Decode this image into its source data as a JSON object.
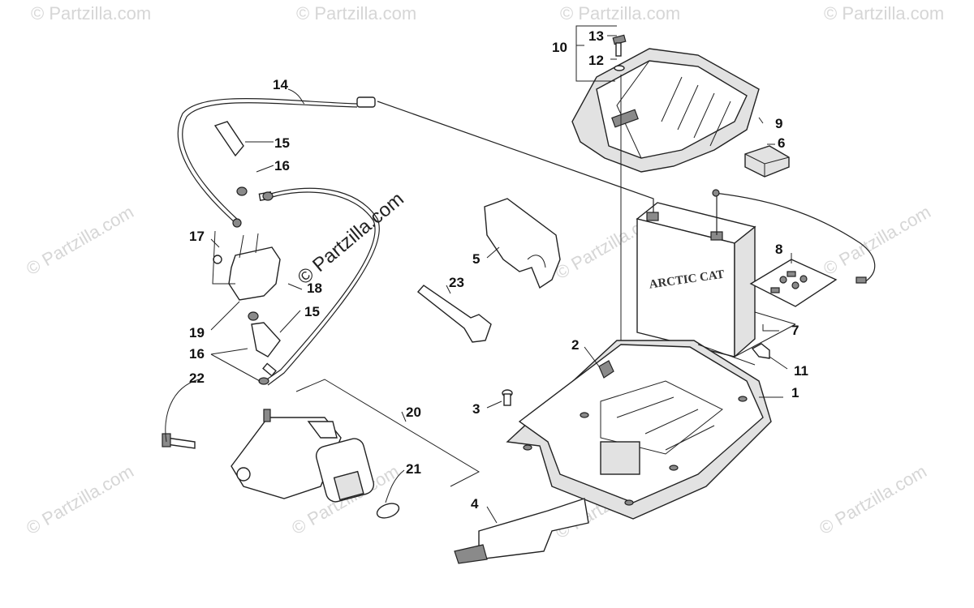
{
  "watermark": {
    "site": "© Partzilla.com",
    "main": "© Partzilla.com"
  },
  "callouts": [
    {
      "id": "c1",
      "text": "1"
    },
    {
      "id": "c2",
      "text": "2"
    },
    {
      "id": "c3",
      "text": "3"
    },
    {
      "id": "c4",
      "text": "4"
    },
    {
      "id": "c5",
      "text": "5"
    },
    {
      "id": "c6",
      "text": "6"
    },
    {
      "id": "c7",
      "text": "7"
    },
    {
      "id": "c8",
      "text": "8"
    },
    {
      "id": "c9",
      "text": "9"
    },
    {
      "id": "c10",
      "text": "10"
    },
    {
      "id": "c11",
      "text": "11"
    },
    {
      "id": "c12",
      "text": "12"
    },
    {
      "id": "c13",
      "text": "13"
    },
    {
      "id": "c14",
      "text": "14"
    },
    {
      "id": "c15a",
      "text": "15"
    },
    {
      "id": "c15b",
      "text": "15"
    },
    {
      "id": "c16a",
      "text": "16"
    },
    {
      "id": "c16b",
      "text": "16"
    },
    {
      "id": "c17",
      "text": "17"
    },
    {
      "id": "c18",
      "text": "18"
    },
    {
      "id": "c19",
      "text": "19"
    },
    {
      "id": "c20",
      "text": "20"
    },
    {
      "id": "c21",
      "text": "21"
    },
    {
      "id": "c22",
      "text": "22"
    },
    {
      "id": "c23",
      "text": "23"
    }
  ],
  "battery_label": "ARCTIC CAT"
}
